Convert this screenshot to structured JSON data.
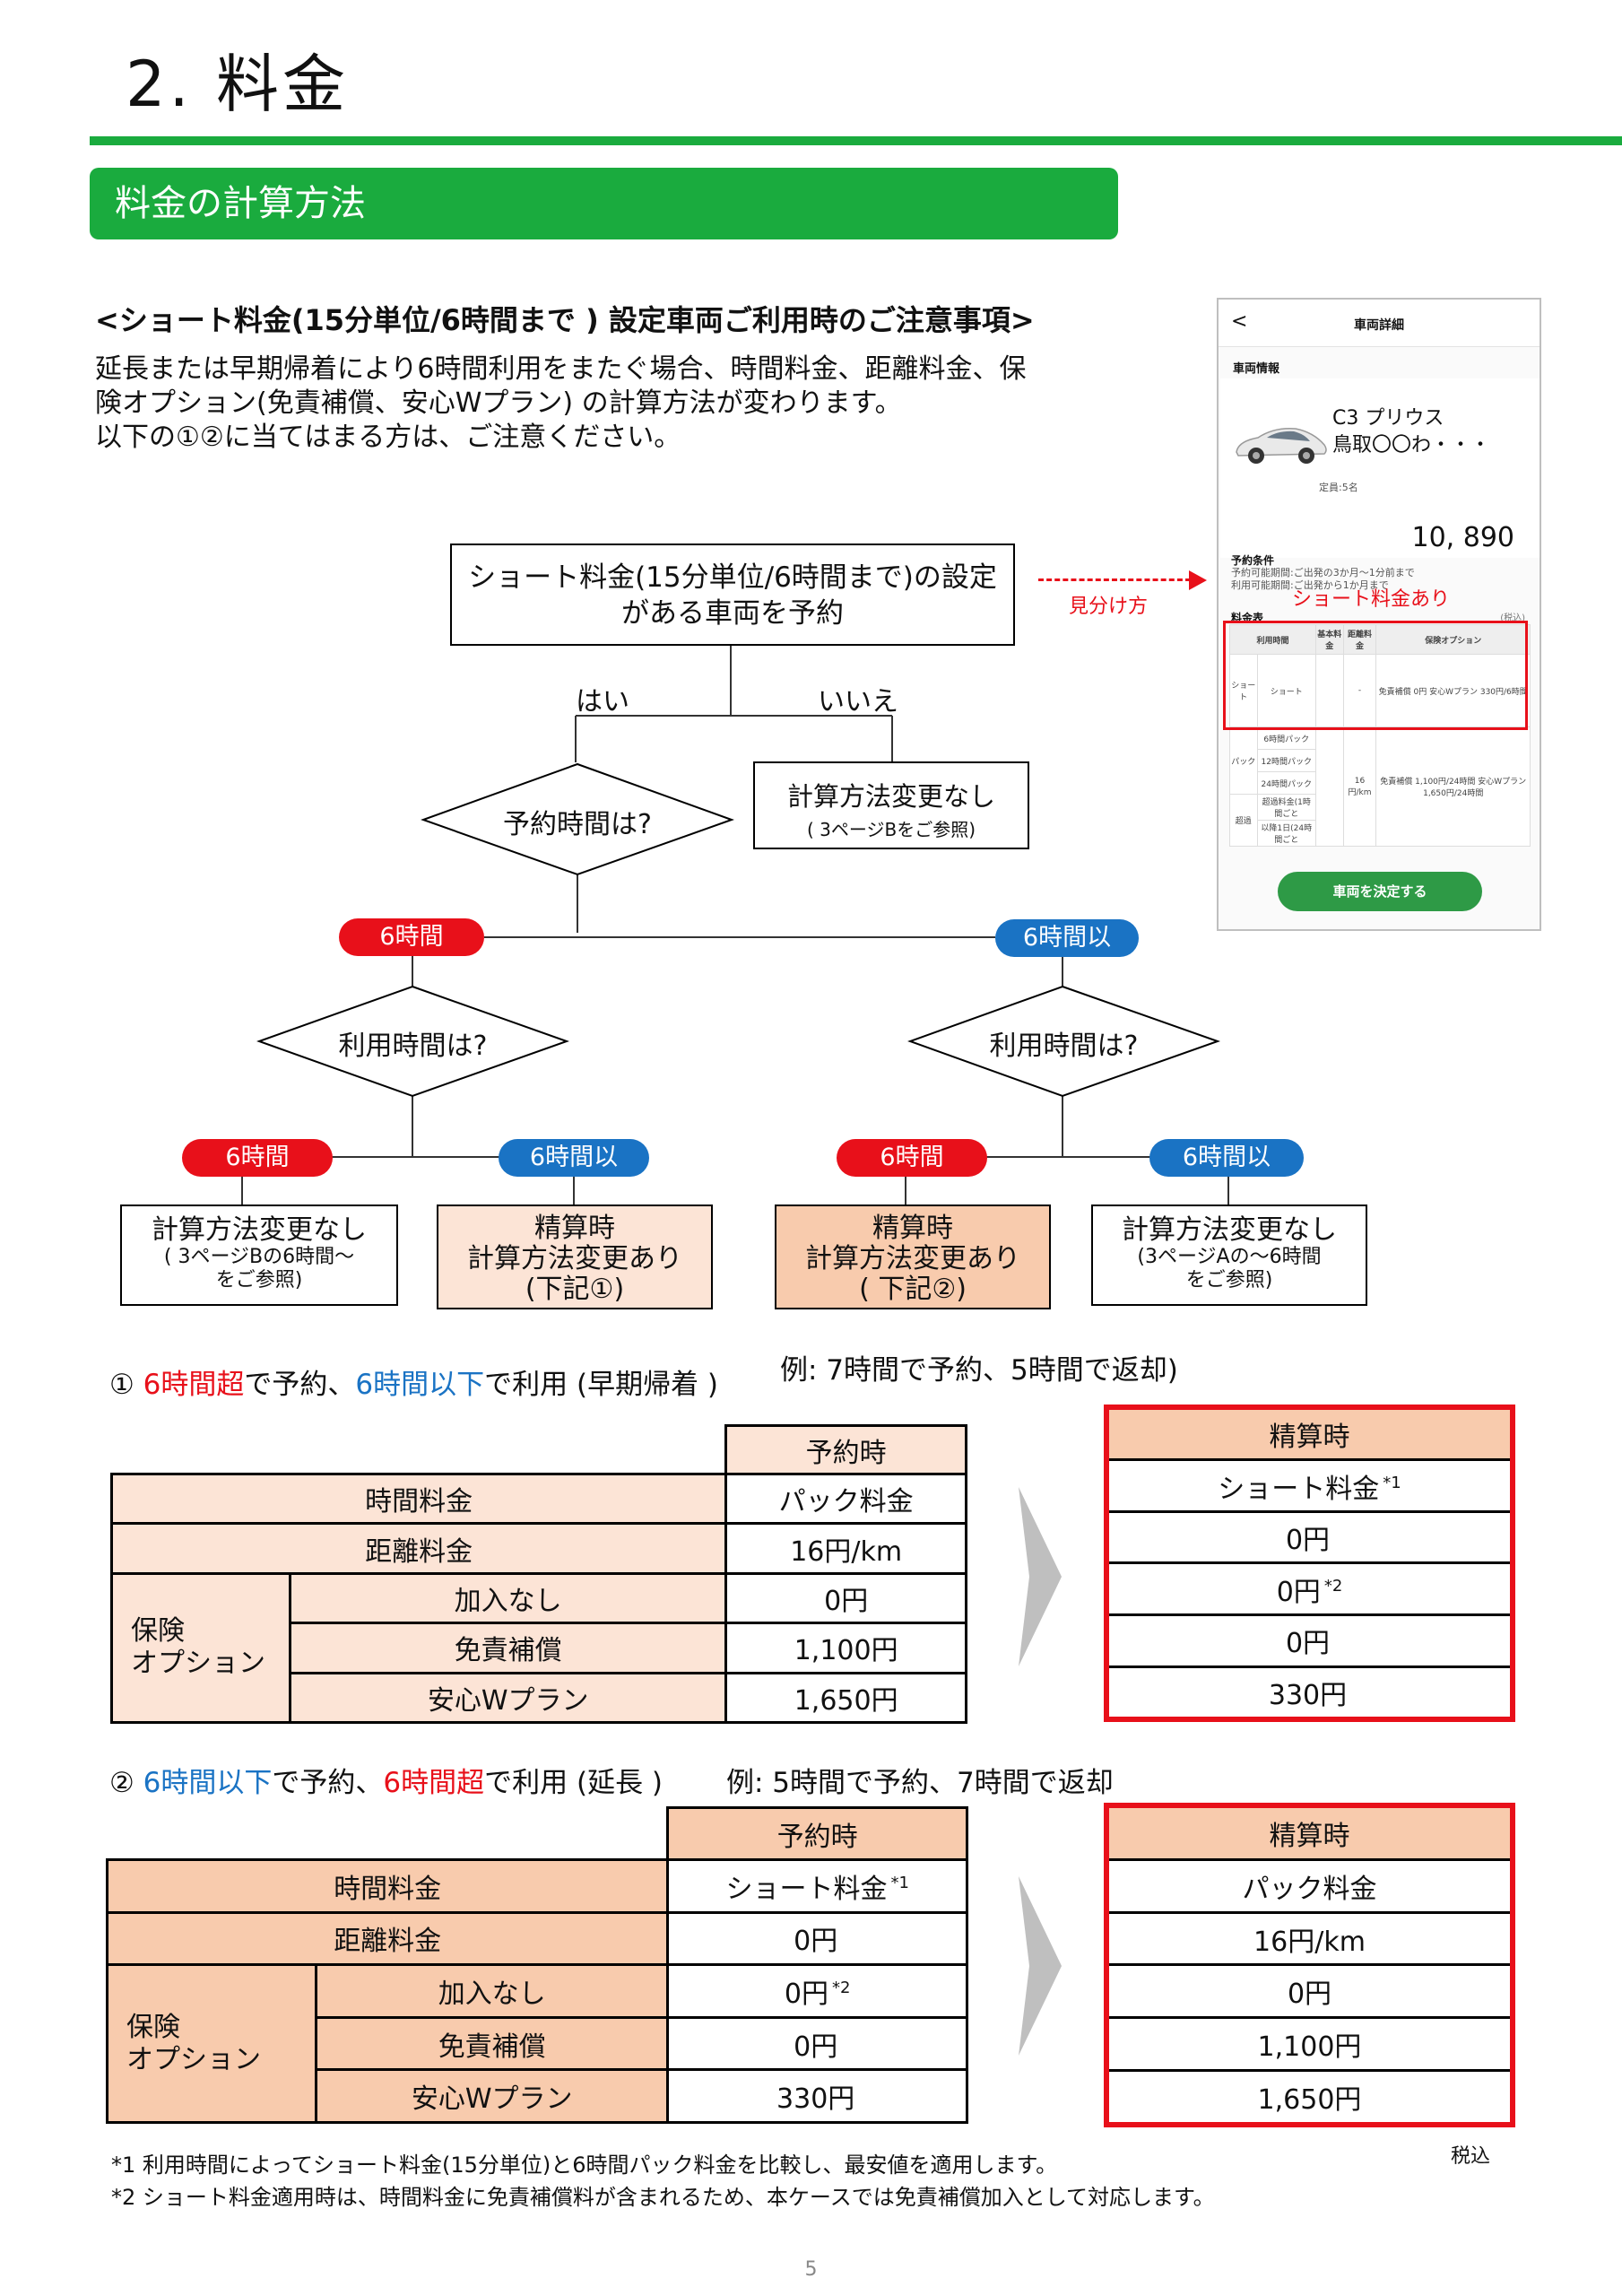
{
  "page": {
    "title": "2. 料金",
    "section": "料金の計算方法",
    "page_number": "5",
    "tax_note": "税込"
  },
  "notice": {
    "heading": "<ショート料金(15分単位/6時間まで ) 設定車両ご利用時のご注意事項>",
    "lines": [
      "延長または早期帰着により6時間利用をまたぐ場合、時間料金、距離料金、保",
      "険オプション(免責補償、安心Wプラン) の計算方法が変わります。",
      "以下の①②に当てはまる方は、ご注意ください。"
    ]
  },
  "phone": {
    "title": "車両詳細",
    "back": "<",
    "vehicle_info_label": "車両情報",
    "vehicle_name_1": "C3 プリウス",
    "vehicle_name_2": "鳥取〇〇わ・・・",
    "seats": "定員:5名",
    "price": "10, 890",
    "conditions_label": "予約条件",
    "conditions_1": "予約可能期間:ご出発の3か月〜1分前まで",
    "conditions_2": "利用可能期間:ご出発から1か月まで",
    "rate_label": "料金表",
    "rate_tax": "(税込)",
    "table_header": [
      "利用時間",
      "基本料金",
      "距離料金",
      "保険オプション"
    ],
    "short_row": [
      "ショート",
      "ショート",
      "",
      "-",
      "免責補償 0円 安心Wプラン 330円/6時間"
    ],
    "pack_label": "パック",
    "pack_items": [
      "6時間パック",
      "12時間パック",
      "24時間パック"
    ],
    "pack_distance": "16円/km",
    "pack_insurance": "免責補償 1,100円/24時間 安心Wプラン 1,650円/24時間",
    "extra_label": "超過",
    "extra_items": [
      "超過料金(1時間ごと",
      "以降1日(24時間ごと"
    ],
    "decide_button": "車両を決定する",
    "short_note": "ショート料金あり",
    "mikake": "見分け方"
  },
  "flow": {
    "question": [
      "ショート料金(15分単位/6時間まで)の設定",
      "がある車両を予約"
    ],
    "yes": "はい",
    "no": "いいえ",
    "reserve_q": "予約時間は?",
    "nochange_title": "計算方法変更なし",
    "nochange_sub": "( 3ページBをご参照)",
    "pill_6h": "6時間",
    "pill_6h_over": "6時間以",
    "use_q": "利用時間は?",
    "box1": [
      "計算方法変更なし",
      "( 3ページBの6時間〜",
      "をご参照)"
    ],
    "box2": [
      "精算時",
      "計算方法変更あり",
      "(下記①)"
    ],
    "box3": [
      "精算時",
      "計算方法変更あり",
      "( 下記②)"
    ],
    "box4": [
      "計算方法変更なし",
      "(3ページAの〜6時間",
      "をご参照)"
    ]
  },
  "case1": {
    "num": "①",
    "t1": "6時間超",
    "t2": "で予約、",
    "t3": "6時間以下",
    "t4": "で利用 (早期帰着 )",
    "example": "例: 7時間で予約、5時間で返却)",
    "header": "予約時",
    "rows": [
      {
        "label": "時間料金",
        "value": "パック料金"
      },
      {
        "label": "距離料金",
        "value": "16円/km"
      }
    ],
    "insurance_label": [
      "保険",
      "オプション"
    ],
    "insurance_rows": [
      {
        "label": "加入なし",
        "value": "0円"
      },
      {
        "label": "免責補償",
        "value": "1,100円"
      },
      {
        "label": "安心Wプラン",
        "value": "1,650円"
      }
    ],
    "result_header": "精算時",
    "results": [
      {
        "value": "ショート料金",
        "sup": "*1"
      },
      {
        "value": "0円",
        "sup": ""
      },
      {
        "value": "0円",
        "sup": "*2"
      },
      {
        "value": "0円",
        "sup": ""
      },
      {
        "value": "330円",
        "sup": ""
      }
    ]
  },
  "case2": {
    "num": "②",
    "t1": "6時間以下",
    "t2": "で予約、",
    "t3": "6時間超",
    "t4": "で利用 (延長 )",
    "example": "例: 5時間で予約、7時間で返却",
    "header": "予約時",
    "rows": [
      {
        "label": "時間料金",
        "value": "ショート料金",
        "sup": "*1"
      },
      {
        "label": "距離料金",
        "value": "0円",
        "sup": ""
      }
    ],
    "insurance_label": [
      "保険",
      "オプション"
    ],
    "insurance_rows": [
      {
        "label": "加入なし",
        "value": "0円",
        "sup": "*2"
      },
      {
        "label": "免責補償",
        "value": "0円",
        "sup": ""
      },
      {
        "label": "安心Wプラン",
        "value": "330円",
        "sup": ""
      }
    ],
    "result_header": "精算時",
    "results": [
      {
        "value": "パック料金"
      },
      {
        "value": "16円/km"
      },
      {
        "value": "0円"
      },
      {
        "value": "1,100円"
      },
      {
        "value": "1,650円"
      }
    ]
  },
  "footnotes": [
    "*1 利用時間によってショート料金(15分単位)と6時間パック料金を比較し、最安値を適用します。",
    "*2 ショート料金適用時は、時間料金に免責補償料が含まれるため、本ケースでは免責補償加入として対応します。"
  ],
  "colors": {
    "green": "#1aab3e",
    "red": "#e8101a",
    "blue": "#1a73c4",
    "peach_light": "#fce4d6",
    "peach": "#f8cbad"
  }
}
